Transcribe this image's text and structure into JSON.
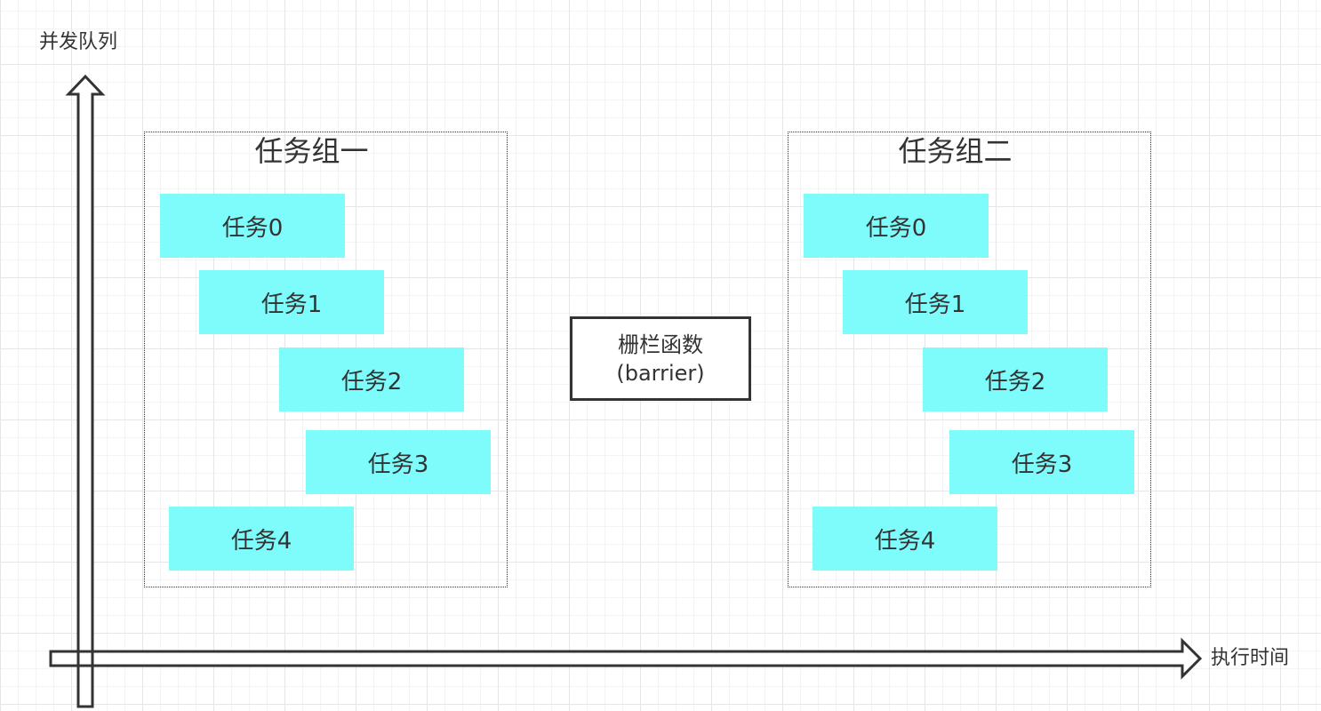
{
  "axes": {
    "y_label": "并发队列",
    "x_label": "执行时间"
  },
  "groups": [
    {
      "title": "任务组一",
      "tasks": [
        "任务0",
        "任务1",
        "任务2",
        "任务3",
        "任务4"
      ]
    },
    {
      "title": "任务组二",
      "tasks": [
        "任务0",
        "任务1",
        "任务2",
        "任务3",
        "任务4"
      ]
    }
  ],
  "barrier": {
    "line1": "栅栏函数",
    "line2": "(barrier)"
  },
  "colors": {
    "task_fill": "#7efbfb",
    "stroke": "#333333",
    "text": "#333333"
  }
}
